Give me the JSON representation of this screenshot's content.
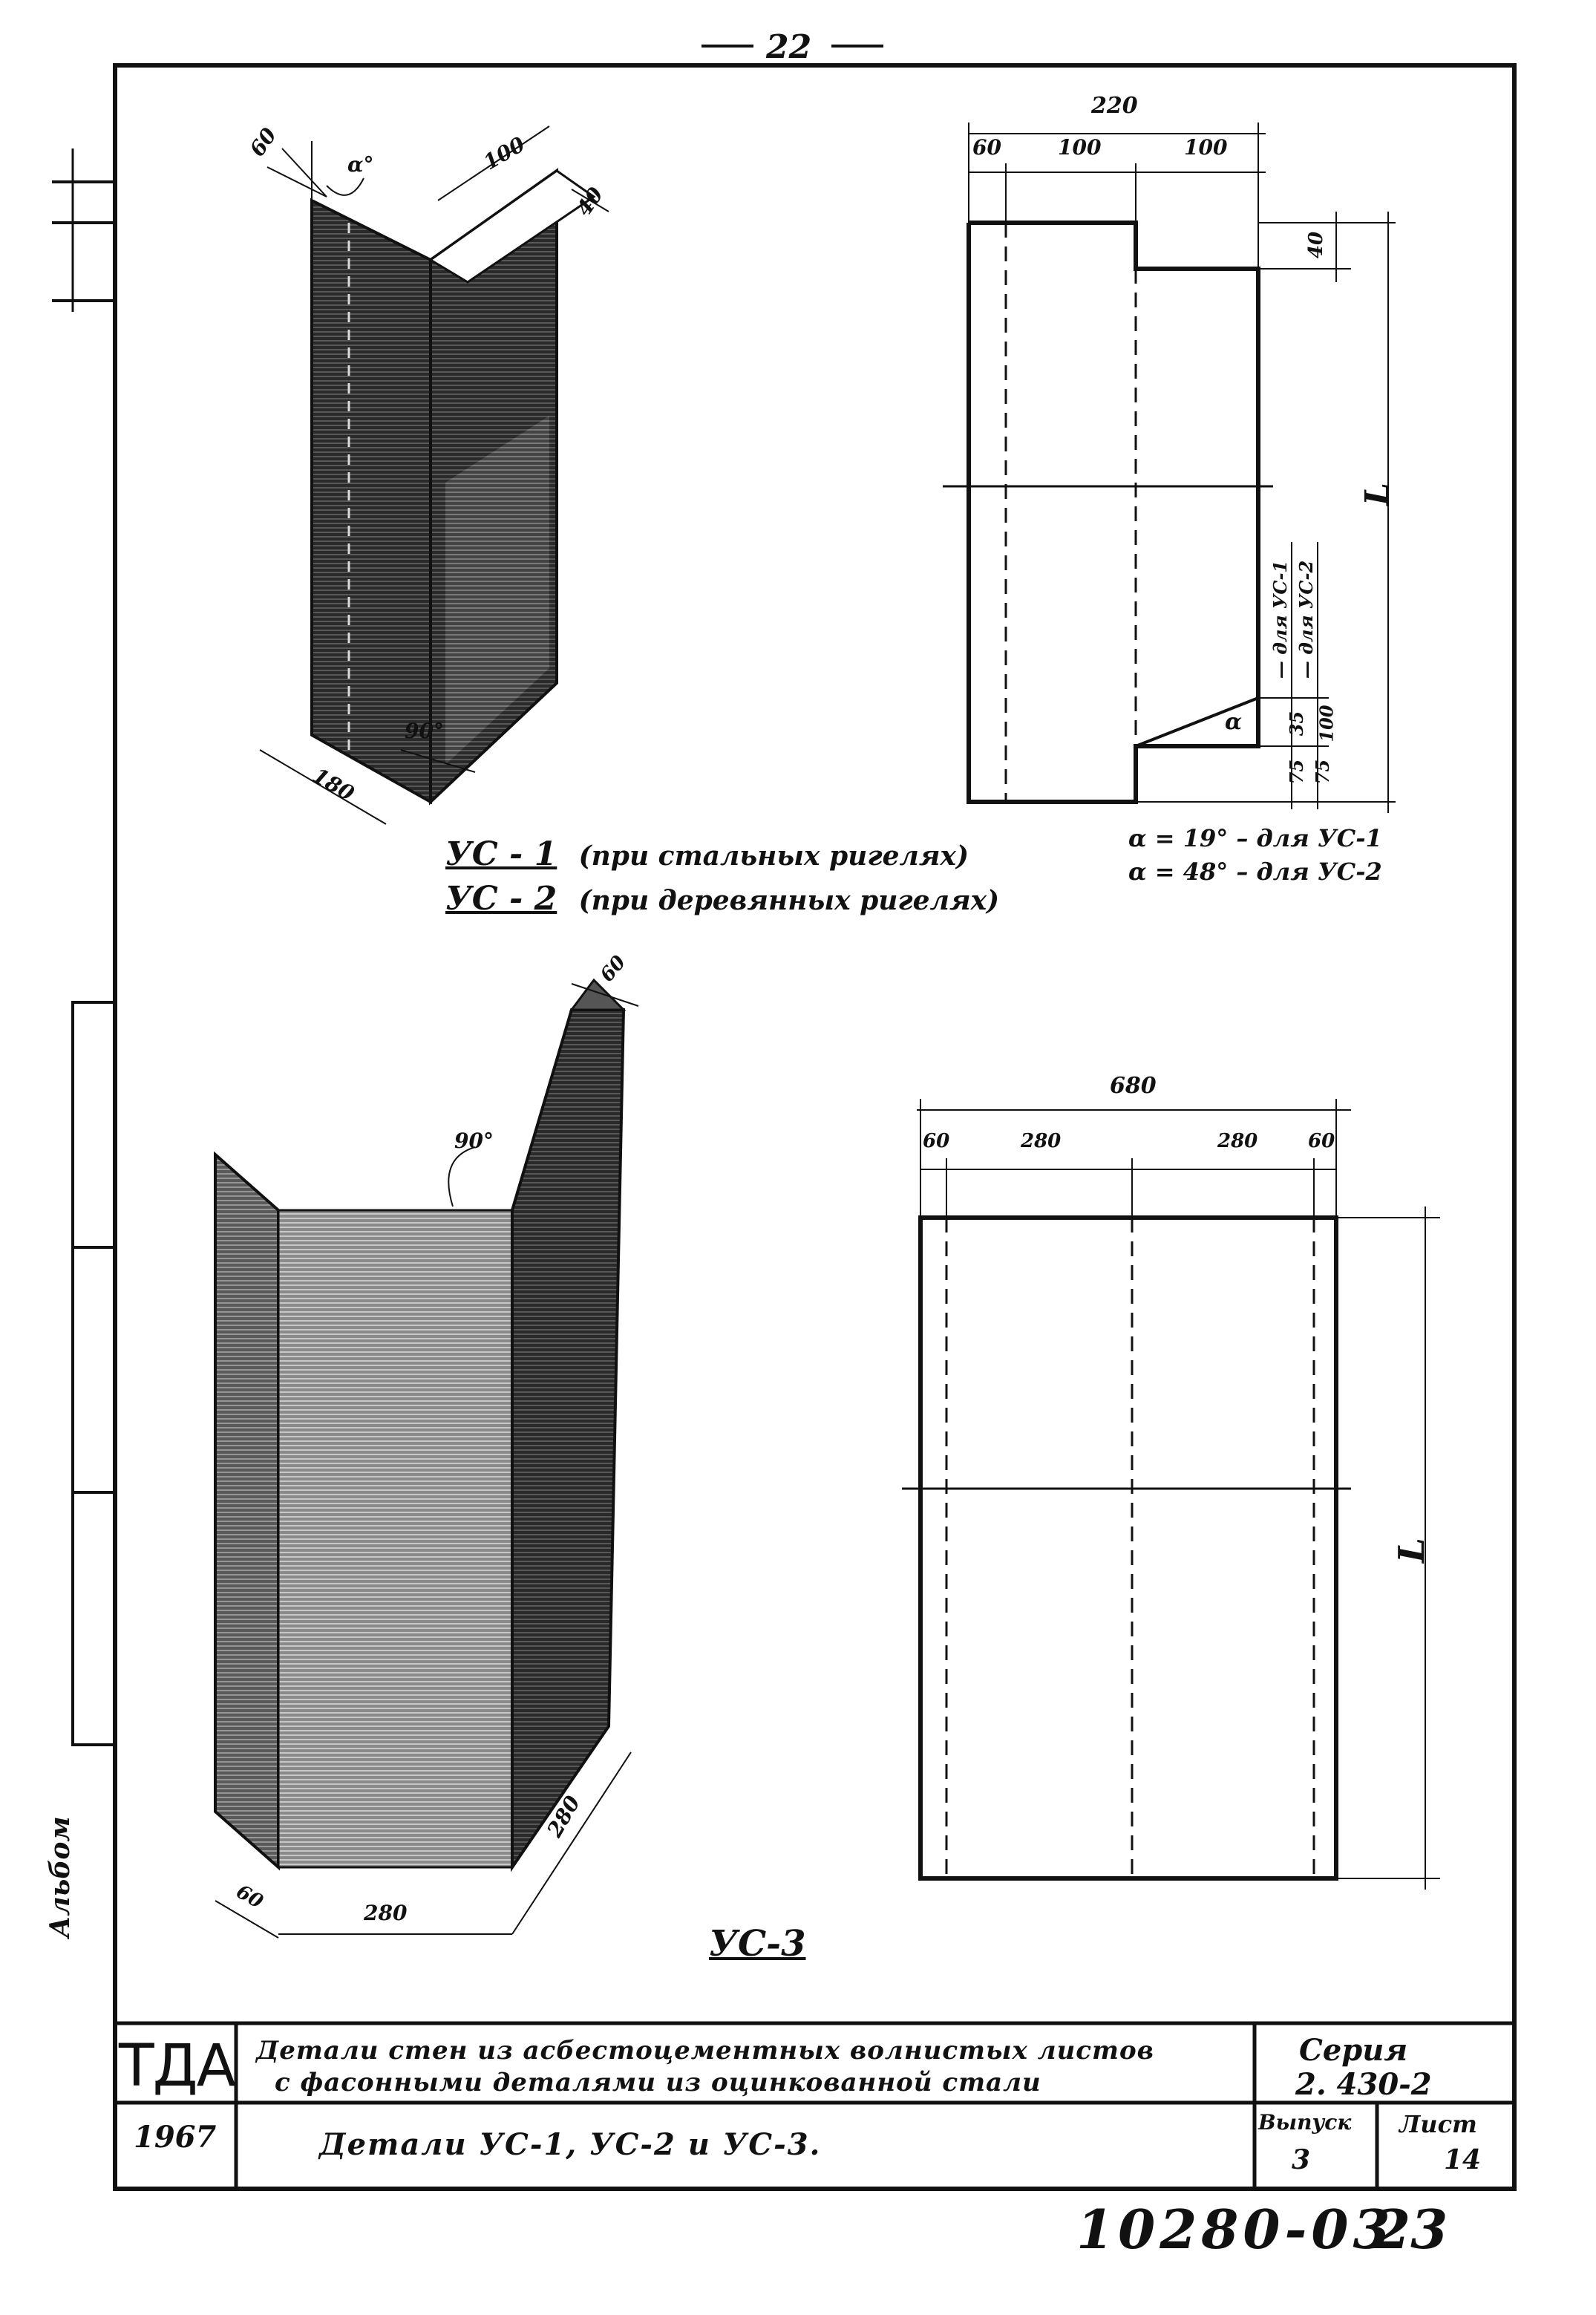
{
  "page": {
    "number": "22",
    "footer_code": "10280-03",
    "footer_number": "23"
  },
  "side_stamp": "Альбом",
  "part_top": {
    "caption_line1_mark": "УС - 1",
    "caption_line1_text": "(при стальных ригелях)",
    "caption_line2_mark": "УС - 2",
    "caption_line2_text": "(при деревянных ригелях)",
    "iso_dims": {
      "d60": "60",
      "angle": "α°",
      "d100": "100",
      "d40": "40",
      "d180": "180",
      "bottom_angle": "90°"
    },
    "flat": {
      "overall": "220",
      "dims": [
        "60",
        "100",
        "100"
      ],
      "top_step": "40",
      "length": "L",
      "bottom_dims": [
        "75",
        "35",
        "75",
        "100"
      ],
      "alpha": "α",
      "note_a": "— для УС-1",
      "note_b": "— для УС-2",
      "alpha_note1": "α = 19° – для УС-1",
      "alpha_note2": "α = 48° – для УС-2"
    }
  },
  "part_bottom": {
    "caption": "УС-3",
    "iso_dims": {
      "top": "60",
      "angle": "90°",
      "bottom_left": "60",
      "bottom_mid": "280",
      "bottom_right": "280"
    },
    "flat": {
      "overall": "680",
      "dims": [
        "60",
        "280",
        "280",
        "60"
      ],
      "length": "L"
    }
  },
  "title_block": {
    "org": "ТДА",
    "year": "1967",
    "title_line1": "Детали стен из асбестоцементных волнистых листов",
    "title_line2": "с фасонными деталями из оцинкованной стали",
    "subtitle": "Детали УС-1, УС-2 и УС-3.",
    "series_label": "Серия",
    "series_value": "2. 430-2",
    "issue_label": "Выпуск",
    "issue_value": "3",
    "sheet_label": "Лист",
    "sheet_value": "14"
  }
}
